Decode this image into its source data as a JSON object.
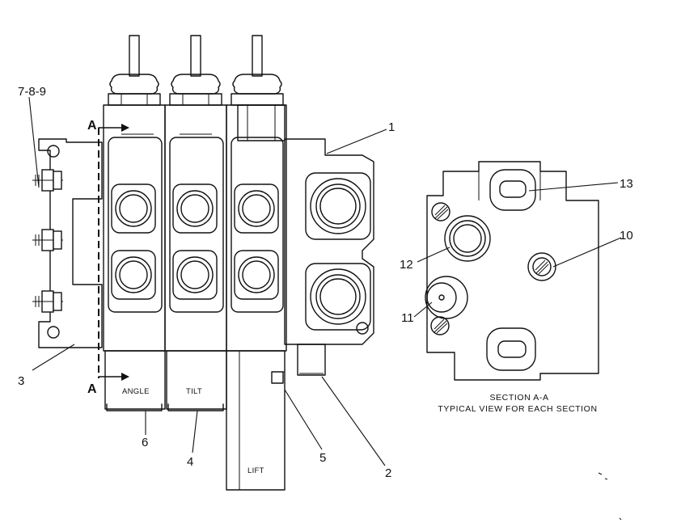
{
  "callouts": {
    "c1": "1",
    "c2": "2",
    "c3": "3",
    "c4": "4",
    "c5": "5",
    "c6": "6",
    "c789": "7-8-9",
    "c10": "10",
    "c11": "11",
    "c12": "12",
    "c13": "13"
  },
  "section_marks": {
    "top": "A",
    "bottom": "A"
  },
  "handle_labels": {
    "angle": "ANGLE",
    "tilt": "TILT",
    "lift": "LIFT"
  },
  "caption": {
    "line1": "SECTION A-A",
    "line2": "TYPICAL VIEW FOR EACH SECTION"
  }
}
